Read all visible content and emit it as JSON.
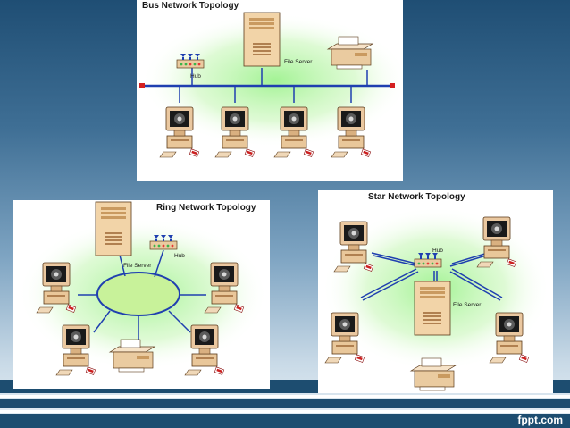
{
  "diagrams": {
    "bus": {
      "title": "Bus Network Topology",
      "hub_label": "Hub",
      "server_label": "File Server"
    },
    "ring": {
      "title": "Ring Network Topology",
      "hub_label": "Hub",
      "server_label": "File Server"
    },
    "star": {
      "title": "Star Network Topology",
      "hub_label": "Hub",
      "server_label": "File Server"
    }
  },
  "footer": {
    "brand": "fppt.com"
  },
  "colors": {
    "cable": "#1f3fb0",
    "ring_fill": "#c8f29a",
    "glow": "#9ef28f",
    "background_dark": "#1f4e74",
    "stripe": "#1d4d70"
  }
}
